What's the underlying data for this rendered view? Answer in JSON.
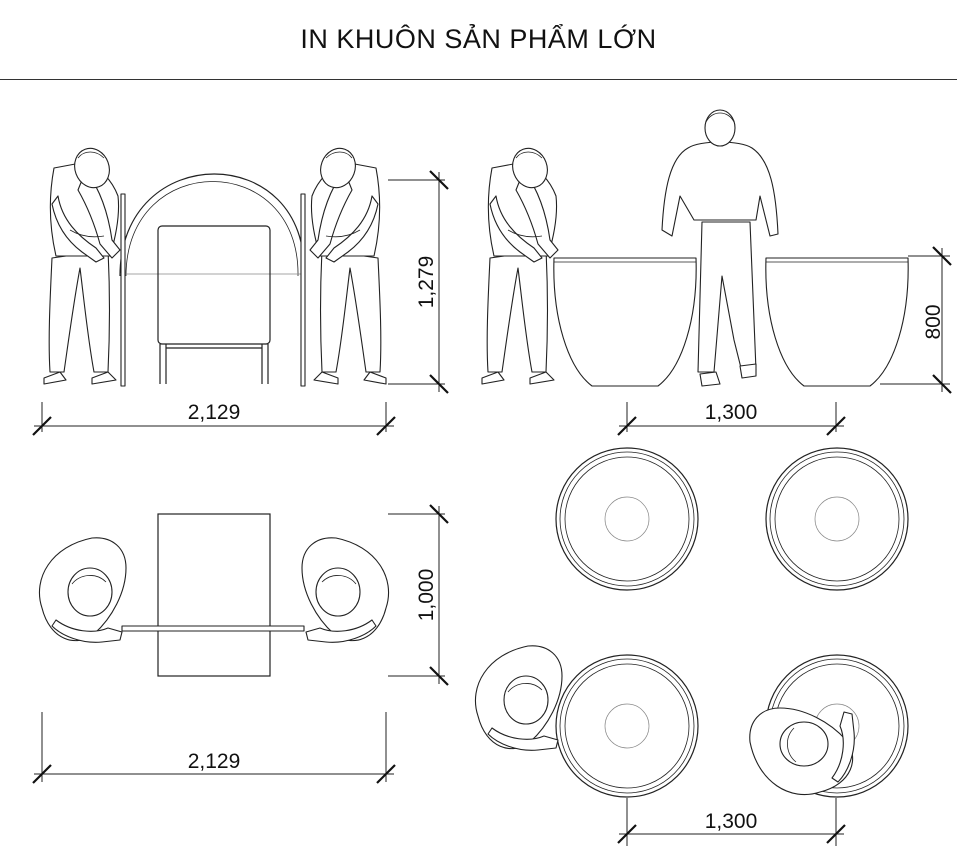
{
  "title": "IN KHUÔN SẢN PHẨM LỚN",
  "dimensions": {
    "front_arch_width": "2,129",
    "front_arch_height": "1,279",
    "front_pot_spacing": "1,300",
    "pot_height": "800",
    "plan_arch_width": "2,129",
    "plan_arch_depth": "1,000",
    "plan_pot_spacing": "1,300"
  }
}
